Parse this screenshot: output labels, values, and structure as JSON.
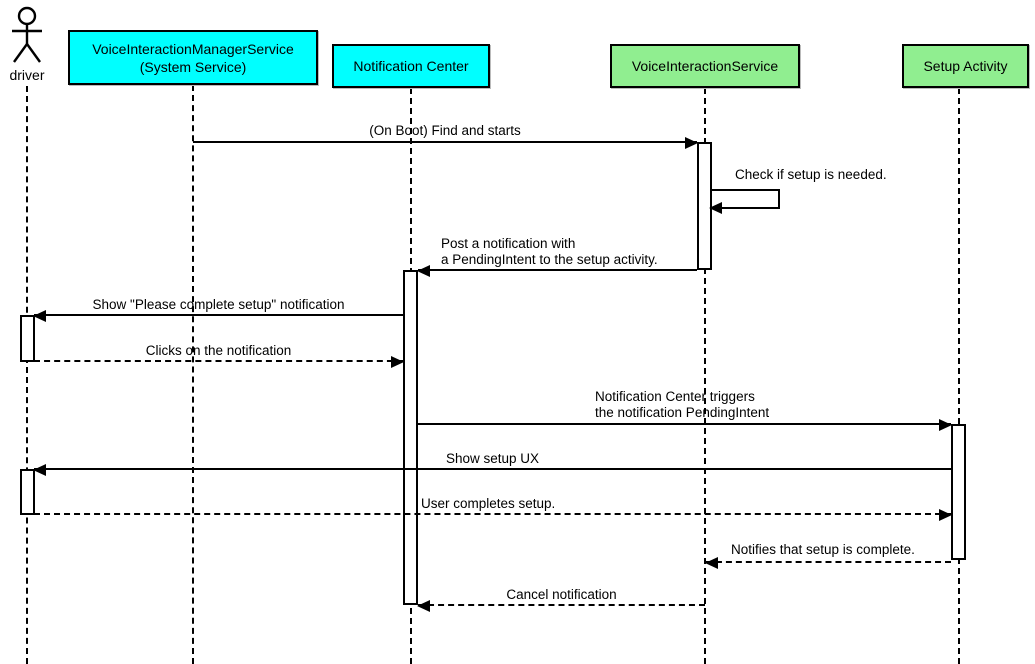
{
  "diagram_type": "uml-sequence-diagram",
  "colors": {
    "participant_cyan": "#00ffff",
    "participant_green": "#90ee90",
    "line_color": "#000000",
    "background": "#ffffff"
  },
  "actor": {
    "label": "driver",
    "icon": "stick-figure-icon"
  },
  "participants": [
    {
      "id": "voice-interaction-manager-service",
      "label": "VoiceInteractionManagerService",
      "sublabel": "(System Service)",
      "color": "cyan"
    },
    {
      "id": "notification-center",
      "label": "Notification Center",
      "color": "cyan"
    },
    {
      "id": "voice-interaction-service",
      "label": "VoiceInteractionService",
      "color": "green"
    },
    {
      "id": "setup-activity",
      "label": "Setup Activity",
      "color": "green"
    }
  ],
  "messages": [
    {
      "from": "voice-interaction-manager-service",
      "to": "voice-interaction-service",
      "style": "solid",
      "label": "(On Boot) Find and starts"
    },
    {
      "from": "voice-interaction-service",
      "to": "voice-interaction-service",
      "style": "solid-self",
      "label": "Check if setup is needed."
    },
    {
      "from": "voice-interaction-service",
      "to": "notification-center",
      "style": "solid",
      "label": "Post a notification with",
      "label2": "a PendingIntent to the setup activity."
    },
    {
      "from": "notification-center",
      "to": "driver",
      "style": "solid",
      "label": "Show \"Please complete setup\" notification"
    },
    {
      "from": "driver",
      "to": "notification-center",
      "style": "dashed",
      "label": "Clicks on the notification"
    },
    {
      "from": "notification-center",
      "to": "setup-activity",
      "style": "solid",
      "label": "Notification Center triggers",
      "label2": "the notification PendingIntent"
    },
    {
      "from": "setup-activity",
      "to": "driver",
      "style": "solid",
      "label": "Show setup UX"
    },
    {
      "from": "driver",
      "to": "setup-activity",
      "style": "dashed",
      "label": "User completes setup."
    },
    {
      "from": "setup-activity",
      "to": "voice-interaction-service",
      "style": "dashed",
      "label": "Notifies that setup is complete."
    },
    {
      "from": "voice-interaction-service",
      "to": "notification-center",
      "style": "dashed",
      "label": "Cancel notification"
    }
  ]
}
